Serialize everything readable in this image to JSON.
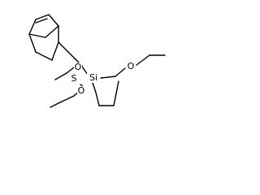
{
  "molecule": {
    "atoms": {
      "o1": "O",
      "s1": "S",
      "si1": "Si",
      "o2": "O",
      "o3": "O"
    }
  }
}
